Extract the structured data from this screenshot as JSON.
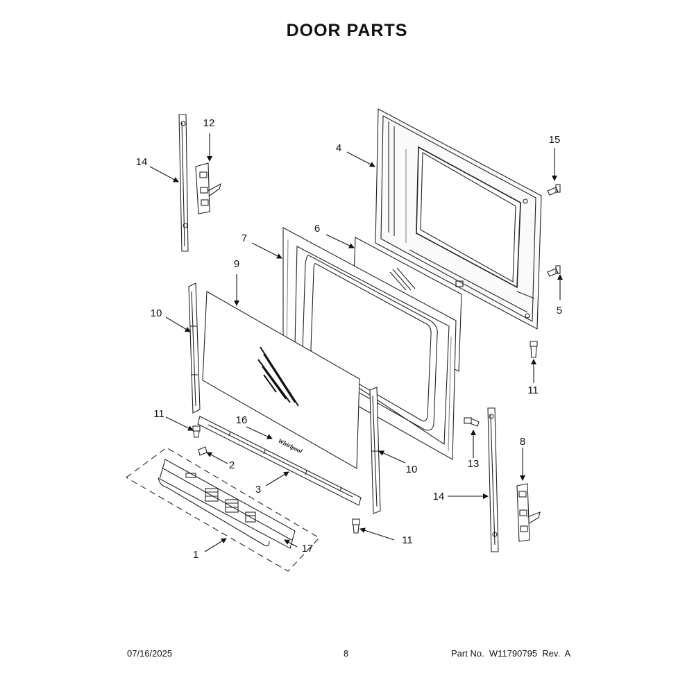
{
  "title": "DOOR PARTS",
  "footer": {
    "date": "07/16/2025",
    "page": "8",
    "part_no": "Part No.  W11790795  Rev.  A"
  },
  "callouts": {
    "c1": "1",
    "c2": "2",
    "c3": "3",
    "c4": "4",
    "c5": "5",
    "c6": "6",
    "c7": "7",
    "c8": "8",
    "c9": "9",
    "c10a": "10",
    "c10b": "10",
    "c11a": "11",
    "c11b": "11",
    "c11c": "11",
    "c12": "12",
    "c13": "13",
    "c14a": "14",
    "c14b": "14",
    "c15": "15",
    "c16": "16",
    "c17": "17"
  },
  "logo_text": "Whirlpool"
}
